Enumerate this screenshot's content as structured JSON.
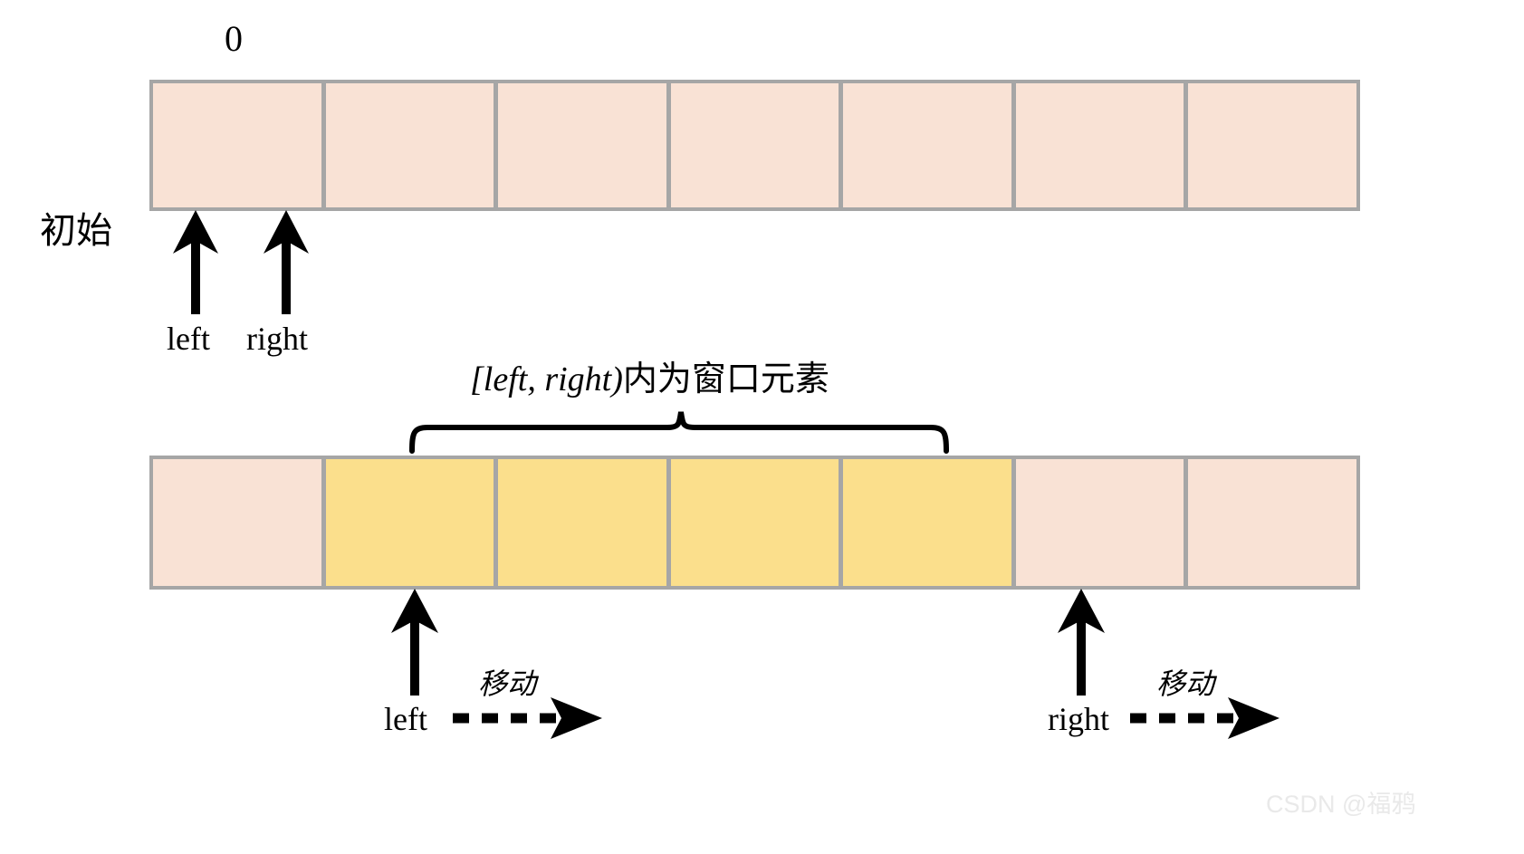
{
  "diagram": {
    "title_index_label": "0",
    "stage_initial_label": "初始",
    "window_caption_math": "[left, right)",
    "window_caption_cn": "内为窗口元素",
    "pointer_labels": {
      "left": "left",
      "right": "right"
    },
    "move_label": "移动",
    "watermark": "CSDN @福鸦",
    "colors": {
      "cell_default": "#f9e2d5",
      "cell_highlight": "#fbdf8c",
      "cell_border": "#a6a6a6",
      "ink": "#000000",
      "watermark": "#e9e9e9"
    },
    "arrays": [
      {
        "name": "initial-array",
        "cell_count": 7,
        "cells": [
          {
            "state": "default"
          },
          {
            "state": "default"
          },
          {
            "state": "default"
          },
          {
            "state": "default"
          },
          {
            "state": "default"
          },
          {
            "state": "default"
          },
          {
            "state": "default"
          }
        ],
        "pointers": [
          {
            "label": "left",
            "cell_index": 0
          },
          {
            "label": "right",
            "cell_index": 1
          }
        ]
      },
      {
        "name": "window-array",
        "cell_count": 7,
        "cells": [
          {
            "state": "default"
          },
          {
            "state": "highlight"
          },
          {
            "state": "highlight"
          },
          {
            "state": "highlight"
          },
          {
            "state": "highlight"
          },
          {
            "state": "default"
          },
          {
            "state": "default"
          }
        ],
        "pointers": [
          {
            "label": "left",
            "cell_index": 1,
            "move": "移动"
          },
          {
            "label": "right",
            "cell_index": 5,
            "move": "移动"
          }
        ],
        "brace": {
          "from_cell": 1,
          "to_cell": 4
        }
      }
    ]
  }
}
